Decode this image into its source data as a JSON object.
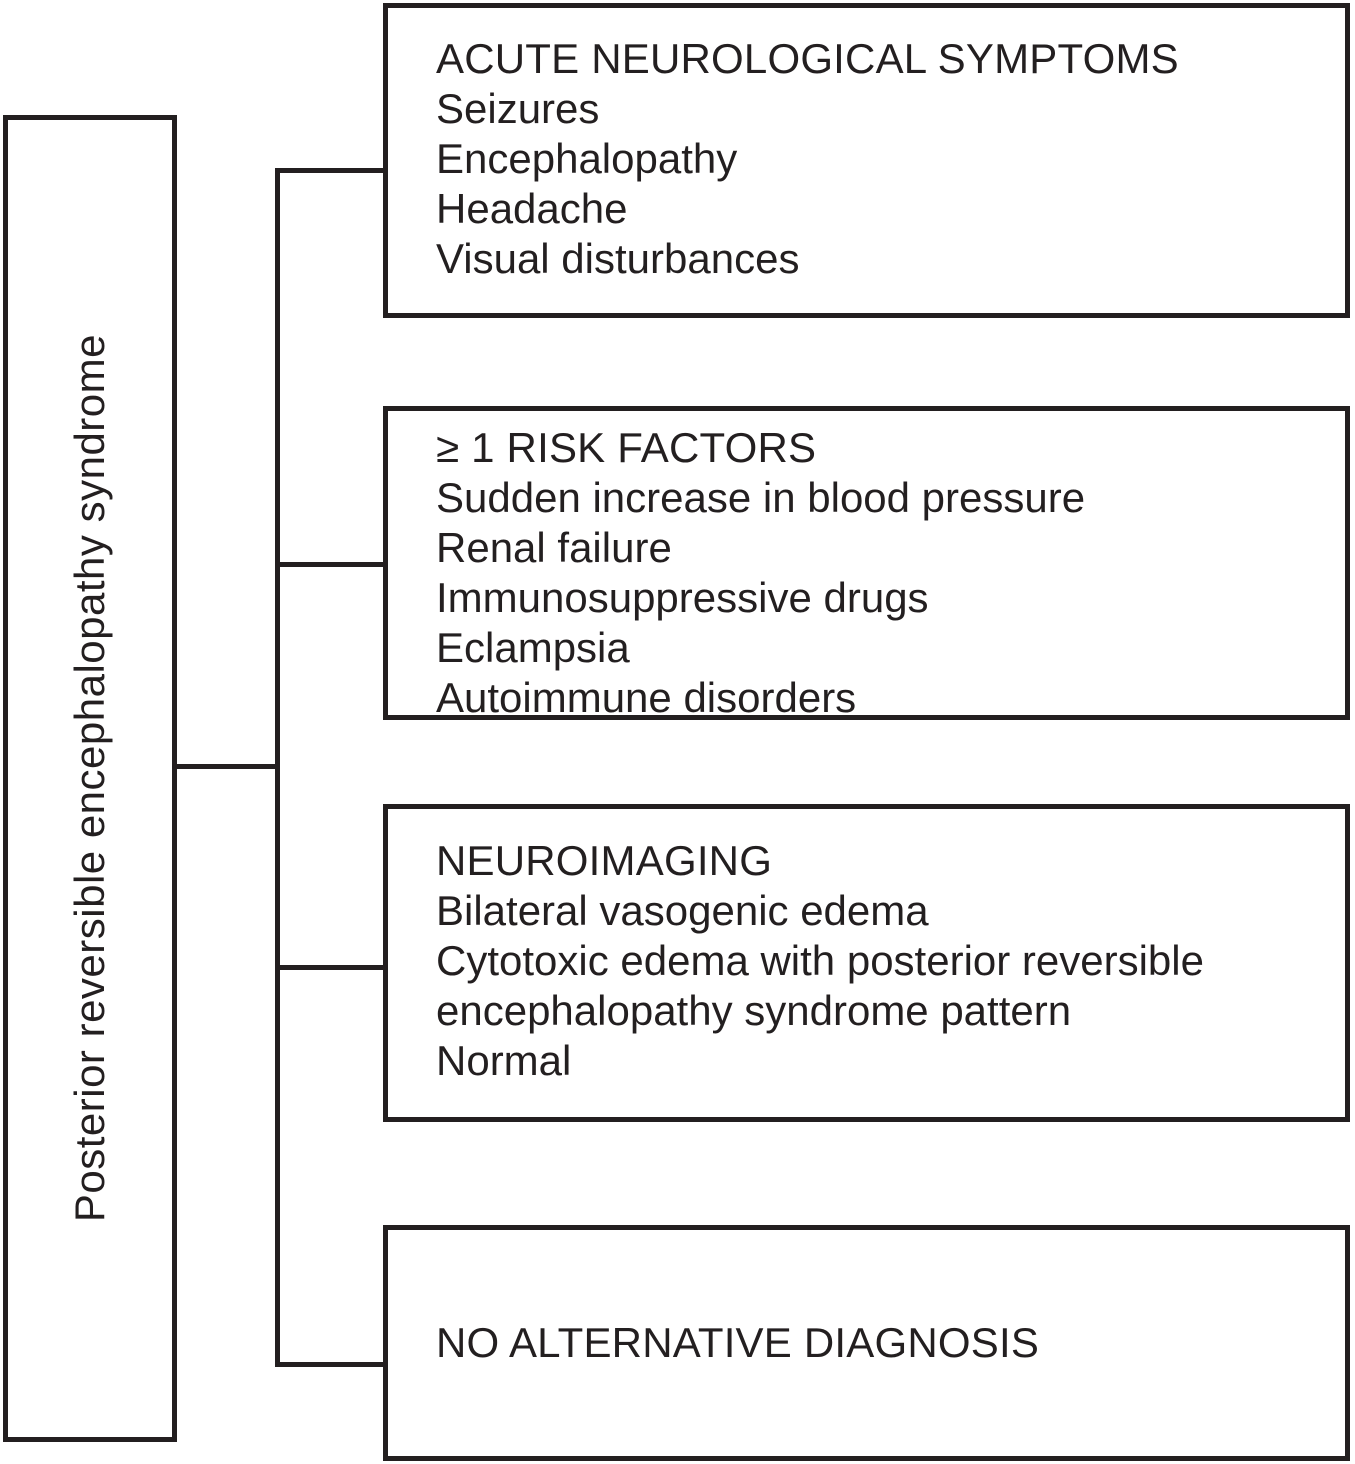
{
  "diagram": {
    "root_label": "Posterior reversible encephalopathy syndrome",
    "boxes": [
      {
        "title": "ACUTE NEUROLOGICAL SYMPTOMS",
        "items": [
          "Seizures",
          "Encephalopathy",
          "Headache",
          "Visual disturbances"
        ]
      },
      {
        "title": "≥ 1 RISK FACTORS",
        "items": [
          "Sudden increase in blood pressure",
          "Renal failure",
          "Immunosuppressive drugs",
          "Eclampsia",
          "Autoimmune disorders"
        ]
      },
      {
        "title": "NEUROIMAGING",
        "items": [
          "Bilateral vasogenic edema",
          "Cytotoxic edema with posterior reversible encephalopathy syndrome pattern",
          "Normal"
        ]
      },
      {
        "title": "NO ALTERNATIVE DIAGNOSIS",
        "items": []
      }
    ],
    "colors": {
      "ink": "#231f20",
      "background": "#ffffff"
    }
  }
}
